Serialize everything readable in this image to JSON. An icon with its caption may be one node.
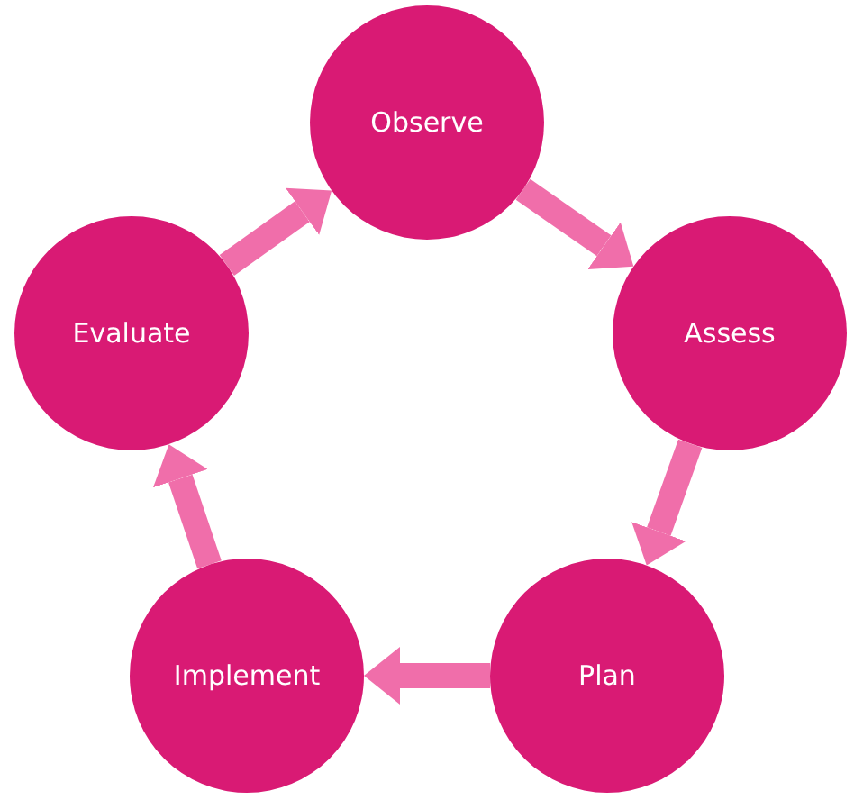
{
  "diagram": {
    "nodes": [
      {
        "text": [
          "Observe"
        ]
      },
      {
        "text": [
          "Assess"
        ]
      },
      {
        "text": [
          "Plan"
        ]
      },
      {
        "text": [
          "Implement"
        ]
      },
      {
        "text": [
          "Evaluate"
        ]
      }
    ],
    "edges": [
      {
        "from": 0,
        "to": 1,
        "arrow": "to"
      },
      {
        "from": 1,
        "to": 2,
        "arrow": "to"
      },
      {
        "from": 2,
        "to": 3,
        "arrow": "to"
      },
      {
        "from": 3,
        "to": 4,
        "arrow": "to"
      },
      {
        "from": 4,
        "to": 0,
        "arrow": "to"
      }
    ]
  }
}
